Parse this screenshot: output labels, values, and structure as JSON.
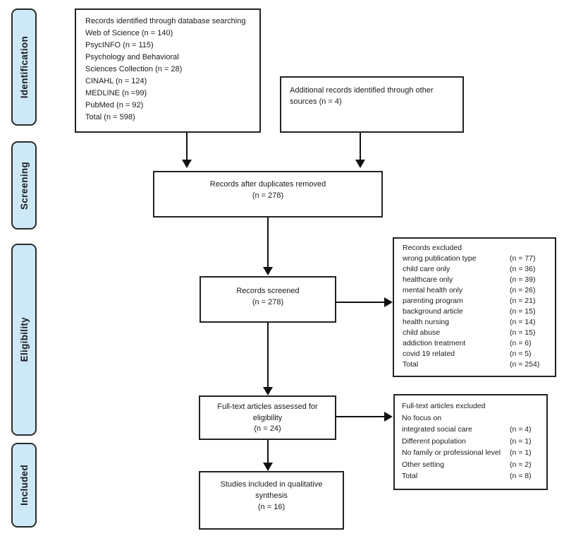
{
  "colors": {
    "stage_fill": "#cde9f8",
    "box_border": "#222222",
    "arrow": "#111111",
    "background": "#ffffff"
  },
  "stages": [
    {
      "label": "Identification"
    },
    {
      "label": "Screening"
    },
    {
      "label": "Eligibility"
    },
    {
      "label": "Included"
    }
  ],
  "boxes": {
    "identified": {
      "lines": [
        "Records identified through database searching",
        "Web of Science (n = 140)",
        "PsycINFO (n = 115)",
        "Psychology and Behavioral",
        "Sciences Collection (n = 28)",
        "CINAHL (n = 124)",
        "MEDLINE (n =99)",
        "PubMed (n = 92)",
        "Total (n = 598)"
      ]
    },
    "additional": {
      "lines": [
        "Additional records identified through other",
        "sources (n = 4)"
      ]
    },
    "duplicates_removed": {
      "lines": [
        "Records after duplicates removed",
        "(n = 278)"
      ]
    },
    "screened": {
      "lines": [
        "Records screened",
        "(n = 278)"
      ]
    },
    "records_excluded": {
      "title": "Records excluded",
      "rows": [
        {
          "label": "wrong publication type",
          "value": "(n = 77)"
        },
        {
          "label": "child care only",
          "value": "(n = 36)"
        },
        {
          "label": "healthcare only",
          "value": "(n = 39)"
        },
        {
          "label": "mental health only",
          "value": "(n = 26)"
        },
        {
          "label": "parenting program",
          "value": "(n = 21)"
        },
        {
          "label": "background article",
          "value": "(n = 15)"
        },
        {
          "label": "health nursing",
          "value": "(n = 14)"
        },
        {
          "label": "child abuse",
          "value": "(n = 15)"
        },
        {
          "label": "addiction treatment",
          "value": "(n = 6)"
        },
        {
          "label": "covid 19 related",
          "value": "(n = 5)"
        },
        {
          "label": "Total",
          "value": "(n = 254)"
        }
      ]
    },
    "fulltext_assessed": {
      "lines": [
        "Full-text articles assessed for",
        "eligibility",
        "(n = 24)"
      ]
    },
    "fulltext_excluded": {
      "title": "Full-text articles excluded",
      "rows": [
        {
          "label": "No focus on",
          "value": ""
        },
        {
          "label": "integrated social care",
          "value": "(n = 4)"
        },
        {
          "label": "Different population",
          "value": "(n = 1)"
        },
        {
          "label": "No family or professional level",
          "value": "(n = 1)"
        },
        {
          "label": "Other setting",
          "value": "(n = 2)"
        },
        {
          "label": "Total",
          "value": "(n = 8)"
        }
      ]
    },
    "included_synthesis": {
      "lines": [
        "Studies included in qualitative",
        "synthesis",
        "(n = 16)"
      ]
    }
  }
}
